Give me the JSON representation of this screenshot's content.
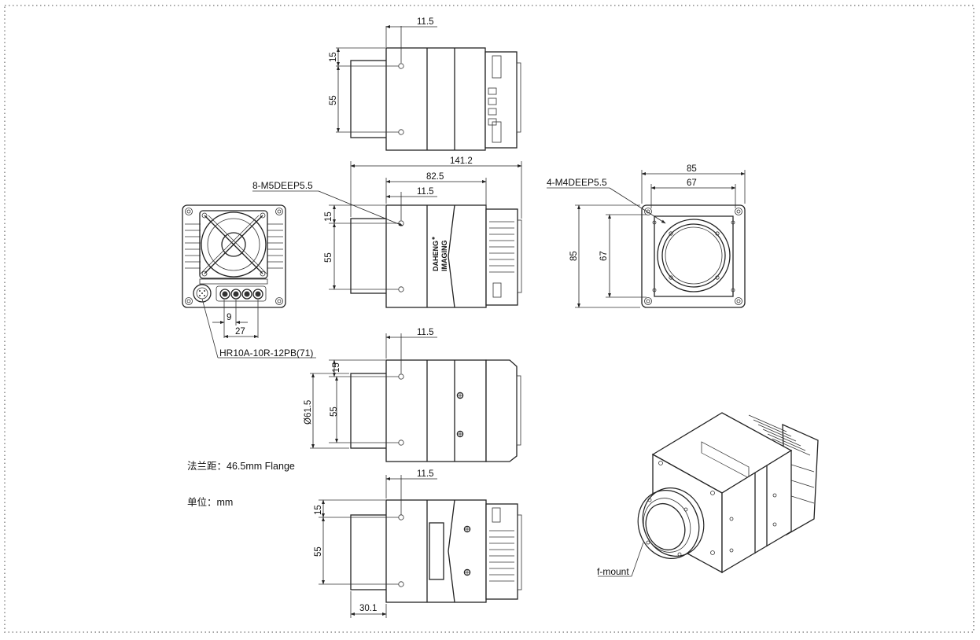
{
  "colors": {
    "line": "#222222",
    "border": "#9a9a9a",
    "background": "#ffffff"
  },
  "top_view": {
    "dim_offset": "11.5",
    "dim_upper": "15",
    "dim_height": "55"
  },
  "side_view": {
    "dim_total": "141.2",
    "dim_body": "82.5",
    "dim_offset": "11.5",
    "dim_upper": "15",
    "dim_height": "55",
    "hole_label": "8-M5DEEP5.5",
    "logo_line1": "DAHENG",
    "logo_line2": "IMAGING"
  },
  "back_view": {
    "dim_a": "9",
    "dim_b": "27",
    "connector_label": "HR10A-10R-12PB(71)"
  },
  "front_view": {
    "dim_outer": "85",
    "dim_inner": "67",
    "dim_outer_v": "85",
    "dim_inner_v": "67",
    "hole_label": "4-M4DEEP5.5"
  },
  "bottom_view": {
    "dim_offset": "11.5",
    "dim_upper": "15",
    "dim_height": "55",
    "dim_diameter": "Ø61.5"
  },
  "lower_view": {
    "dim_offset": "11.5",
    "dim_upper": "15",
    "dim_height": "55",
    "dim_mount": "30.1"
  },
  "notes": {
    "flange": "法兰距：46.5mm Flange",
    "unit": "单位：mm"
  },
  "iso_view": {
    "mount_label": "f-mount"
  }
}
